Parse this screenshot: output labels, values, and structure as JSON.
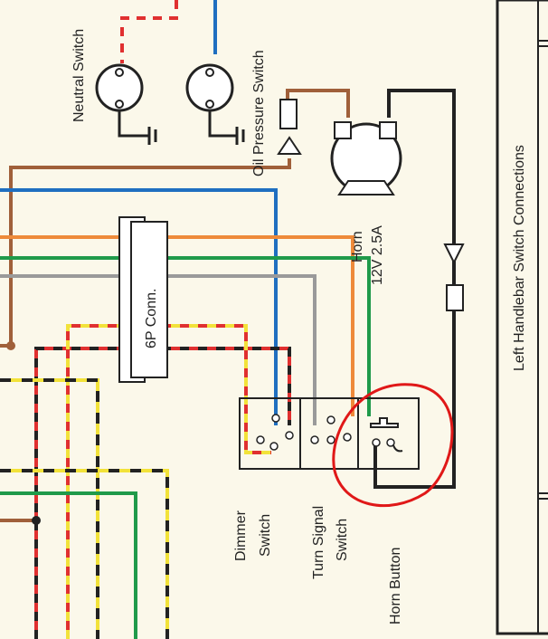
{
  "labels": {
    "neutral_switch": "Neutral Switch",
    "oil_pressure_switch": "Oil Pressure Switch",
    "horn": "Horn",
    "horn_rating": "12V 2.5A",
    "connector": "6P Conn.",
    "dimmer_switch_1": "Dimmer",
    "dimmer_switch_2": "Switch",
    "turn_signal_switch_1": "Turn Signal",
    "turn_signal_switch_2": "Switch",
    "horn_button": "Horn Button"
  },
  "table": {
    "title": "Left Handlebar Switch Connections"
  },
  "colors": {
    "paper": "#fbf8ea",
    "blue": "#1f6fc0",
    "brown": "#a0603a",
    "orange": "#ee8a3a",
    "green": "#1f9a4a",
    "gray": "#9a9a9a",
    "red": "#e03030",
    "yellow": "#f2e23a",
    "black": "#222222",
    "annotation": "#e01818"
  }
}
